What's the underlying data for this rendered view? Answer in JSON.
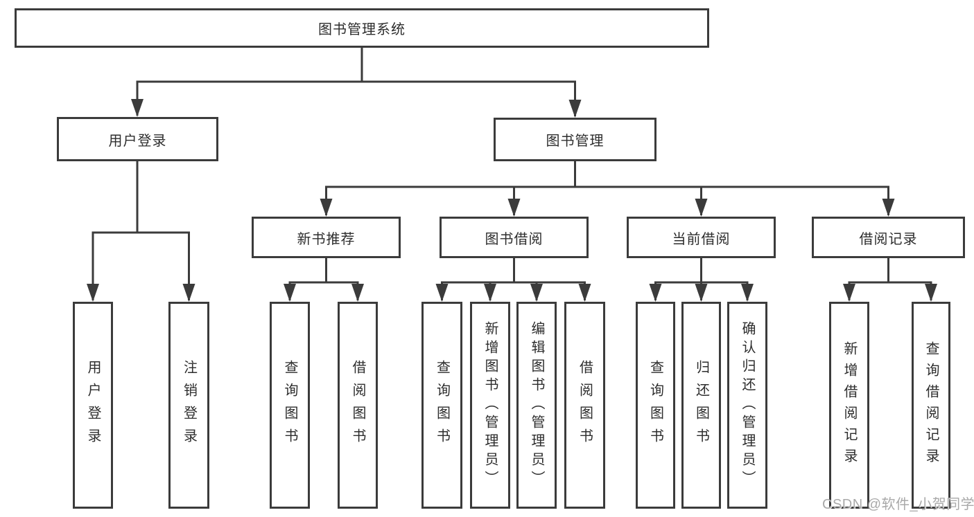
{
  "nodes": {
    "root": "图书管理系统",
    "user_login": "用户登录",
    "book_management": "图书管理",
    "new_book_recommend": "新书推荐",
    "book_borrowing": "图书借阅",
    "current_borrowing": "当前借阅",
    "borrowing_records": "借阅记录",
    "login": "用户登录",
    "logout": "注销登录",
    "nbr_query_books": "查询图书",
    "nbr_borrow_books": "借阅图书",
    "bb_query_books": "查询图书",
    "bb_add_books_admin": "新增图书（管理员）",
    "bb_edit_books_admin": "编辑图书（管理员）",
    "bb_borrow_books": "借阅图书",
    "cb_query_books": "查询图书",
    "cb_return_books": "归还图书",
    "cb_confirm_return_admin": "确认归还（管理员）",
    "br_add_record": "新增借阅记录",
    "br_query_record": "查询借阅记录"
  },
  "watermark": {
    "text": "CSDN @软件_小贺同学",
    "color": "#a9a9a9"
  },
  "colors": {
    "line": "#3b3b3b",
    "text": "#2d2d2d",
    "background": "#ffffff"
  }
}
